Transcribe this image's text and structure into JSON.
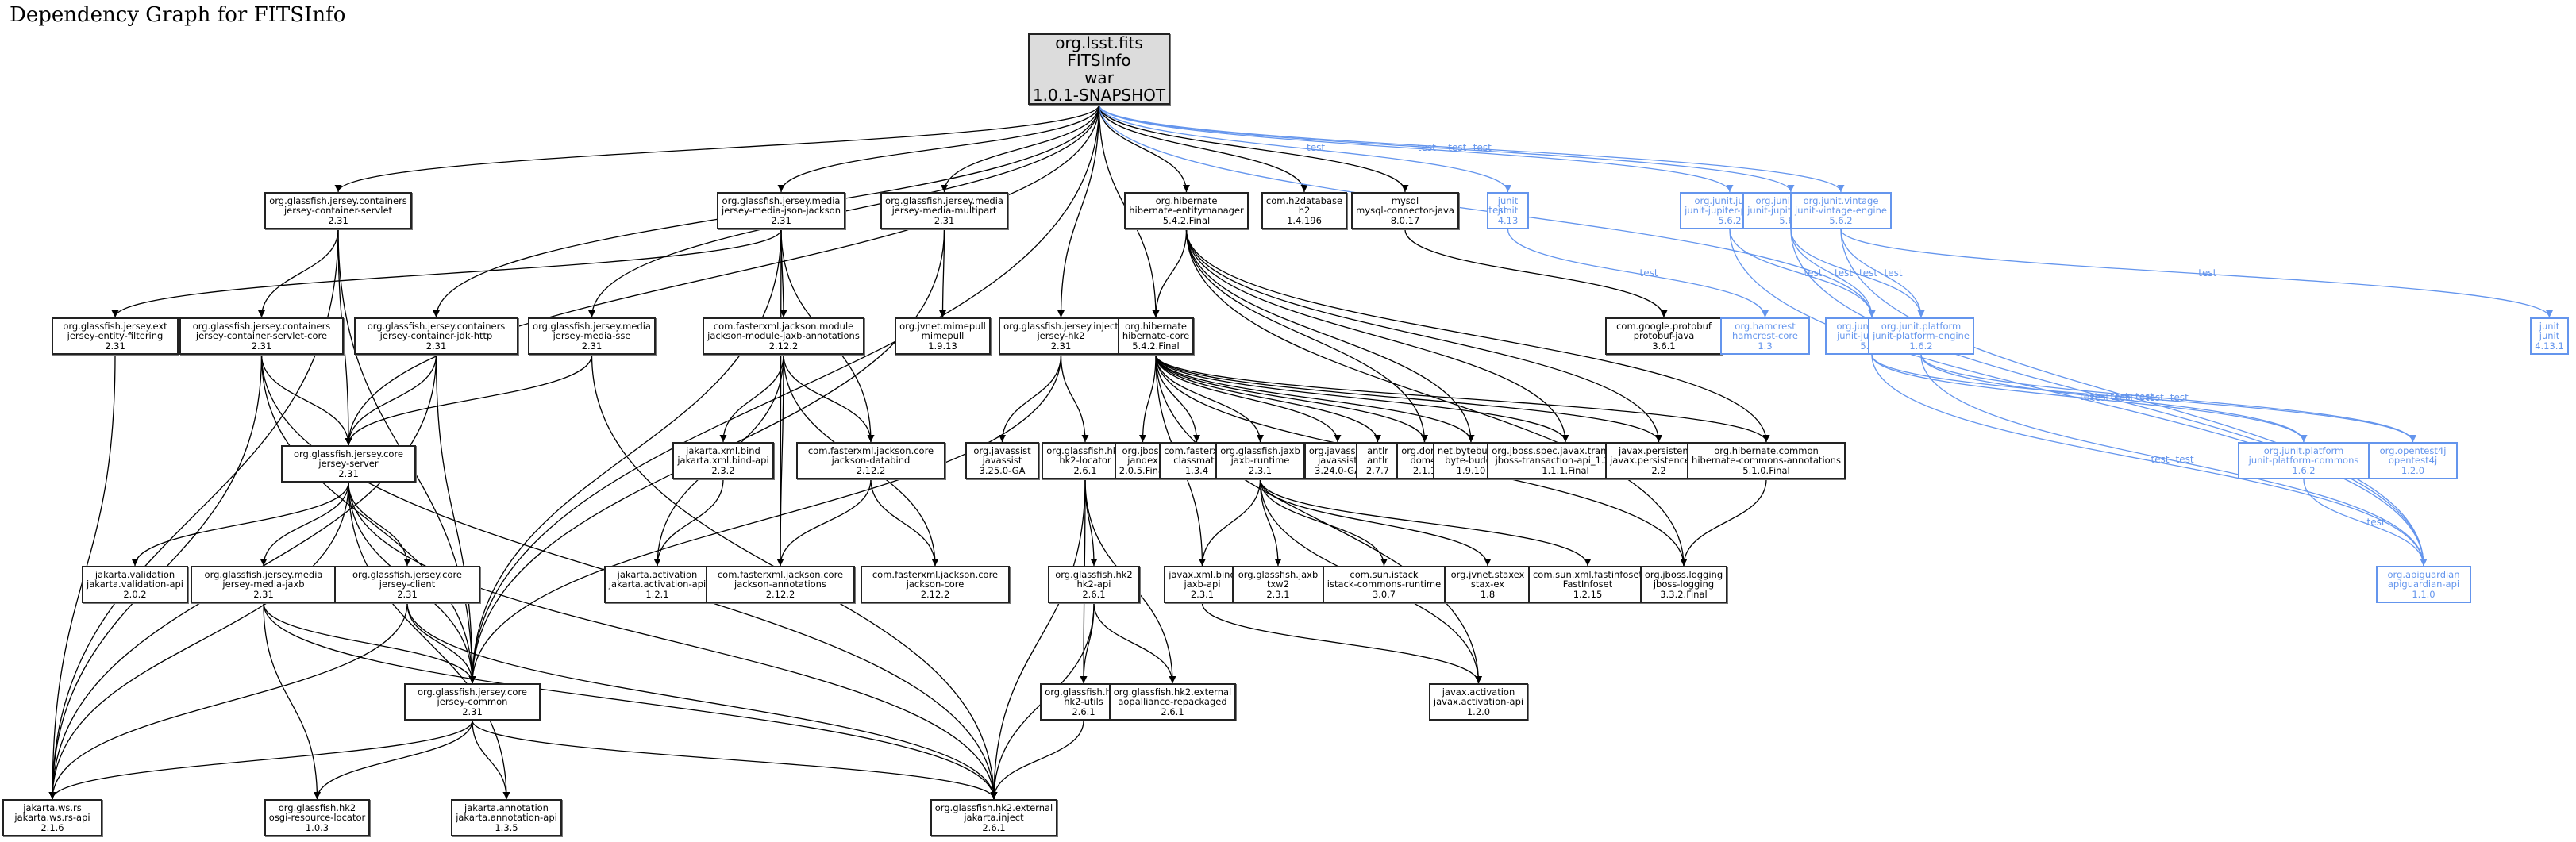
{
  "title": "Dependency Graph for FITSInfo",
  "colors": {
    "compile": "#000000",
    "test": "#6495ed",
    "root_fill": "#dcdcdc"
  },
  "nodes": [
    {
      "id": "root",
      "lines": [
        "org.lsst.fits",
        "FITSInfo",
        "war",
        "1.0.1-SNAPSHOT"
      ],
      "scope": "root"
    },
    {
      "id": "jcs",
      "lines": [
        "org.glassfish.jersey.containers",
        "jersey-container-servlet",
        "2.31"
      ],
      "scope": "compile"
    },
    {
      "id": "jmjj",
      "lines": [
        "org.glassfish.jersey.media",
        "jersey-media-json-jackson",
        "2.31"
      ],
      "scope": "compile"
    },
    {
      "id": "jmm",
      "lines": [
        "org.glassfish.jersey.media",
        "jersey-media-multipart",
        "2.31"
      ],
      "scope": "compile"
    },
    {
      "id": "hem",
      "lines": [
        "org.hibernate",
        "hibernate-entitymanager",
        "5.4.2.Final"
      ],
      "scope": "compile"
    },
    {
      "id": "h2",
      "lines": [
        "com.h2database",
        "h2",
        "1.4.196"
      ],
      "scope": "compile"
    },
    {
      "id": "mysql",
      "lines": [
        "mysql",
        "mysql-connector-java",
        "8.0.17"
      ],
      "scope": "compile"
    },
    {
      "id": "junit413",
      "lines": [
        "junit",
        "junit",
        "4.13"
      ],
      "scope": "test"
    },
    {
      "id": "jparams",
      "lines": [
        "org.junit.jupiter",
        "junit-jupiter-params",
        "5.6.2"
      ],
      "scope": "test"
    },
    {
      "id": "jengine",
      "lines": [
        "org.junit.jupiter",
        "junit-jupiter-engine",
        "5.6.2"
      ],
      "scope": "test"
    },
    {
      "id": "vengine",
      "lines": [
        "org.junit.vintage",
        "junit-vintage-engine",
        "5.6.2"
      ],
      "scope": "test"
    },
    {
      "id": "jef",
      "lines": [
        "org.glassfish.jersey.ext",
        "jersey-entity-filtering",
        "2.31"
      ],
      "scope": "compile"
    },
    {
      "id": "jcsc",
      "lines": [
        "org.glassfish.jersey.containers",
        "jersey-container-servlet-core",
        "2.31"
      ],
      "scope": "compile"
    },
    {
      "id": "jcjh",
      "lines": [
        "org.glassfish.jersey.containers",
        "jersey-container-jdk-http",
        "2.31"
      ],
      "scope": "compile"
    },
    {
      "id": "jmsse",
      "lines": [
        "org.glassfish.jersey.media",
        "jersey-media-sse",
        "2.31"
      ],
      "scope": "compile"
    },
    {
      "id": "jmja",
      "lines": [
        "com.fasterxml.jackson.module",
        "jackson-module-jaxb-annotations",
        "2.12.2"
      ],
      "scope": "compile"
    },
    {
      "id": "mimepull",
      "lines": [
        "org.jvnet.mimepull",
        "mimepull",
        "1.9.13"
      ],
      "scope": "compile"
    },
    {
      "id": "jhk2",
      "lines": [
        "org.glassfish.jersey.inject",
        "jersey-hk2",
        "2.31"
      ],
      "scope": "compile"
    },
    {
      "id": "hcore",
      "lines": [
        "org.hibernate",
        "hibernate-core",
        "5.4.2.Final"
      ],
      "scope": "compile"
    },
    {
      "id": "protobuf",
      "lines": [
        "com.google.protobuf",
        "protobuf-java",
        "3.6.1"
      ],
      "scope": "compile"
    },
    {
      "id": "hamcrest",
      "lines": [
        "org.hamcrest",
        "hamcrest-core",
        "1.3"
      ],
      "scope": "test"
    },
    {
      "id": "japi",
      "lines": [
        "org.junit.jupiter",
        "junit-jupiter-api",
        "5.6.2"
      ],
      "scope": "test"
    },
    {
      "id": "pengine",
      "lines": [
        "org.junit.platform",
        "junit-platform-engine",
        "1.6.2"
      ],
      "scope": "test"
    },
    {
      "id": "junit4131",
      "lines": [
        "junit",
        "junit",
        "4.13.1"
      ],
      "scope": "test"
    },
    {
      "id": "jserver",
      "lines": [
        "org.glassfish.jersey.core",
        "jersey-server",
        "2.31"
      ],
      "scope": "compile"
    },
    {
      "id": "xmlbind",
      "lines": [
        "jakarta.xml.bind",
        "jakarta.xml.bind-api",
        "2.3.2"
      ],
      "scope": "compile"
    },
    {
      "id": "databind",
      "lines": [
        "com.fasterxml.jackson.core",
        "jackson-databind",
        "2.12.2"
      ],
      "scope": "compile"
    },
    {
      "id": "javassist325",
      "lines": [
        "org.javassist",
        "javassist",
        "3.25.0-GA"
      ],
      "scope": "compile"
    },
    {
      "id": "hk2loc",
      "lines": [
        "org.glassfish.hk2",
        "hk2-locator",
        "2.6.1"
      ],
      "scope": "compile"
    },
    {
      "id": "jandex",
      "lines": [
        "org.jboss",
        "jandex",
        "2.0.5.Final"
      ],
      "scope": "compile"
    },
    {
      "id": "classmate",
      "lines": [
        "com.fasterxml",
        "classmate",
        "1.3.4"
      ],
      "scope": "compile"
    },
    {
      "id": "jaxbrt",
      "lines": [
        "org.glassfish.jaxb",
        "jaxb-runtime",
        "2.3.1"
      ],
      "scope": "compile"
    },
    {
      "id": "javassist324",
      "lines": [
        "org.javassist",
        "javassist",
        "3.24.0-GA"
      ],
      "scope": "compile"
    },
    {
      "id": "antlr",
      "lines": [
        "antlr",
        "antlr",
        "2.7.7"
      ],
      "scope": "compile"
    },
    {
      "id": "dom4j",
      "lines": [
        "org.dom4j",
        "dom4j",
        "2.1.1"
      ],
      "scope": "compile"
    },
    {
      "id": "bytebuddy",
      "lines": [
        "net.bytebuddy",
        "byte-buddy",
        "1.9.10"
      ],
      "scope": "compile"
    },
    {
      "id": "jta",
      "lines": [
        "org.jboss.spec.javax.transaction",
        "jboss-transaction-api_1.2_spec",
        "1.1.1.Final"
      ],
      "scope": "compile"
    },
    {
      "id": "jpa",
      "lines": [
        "javax.persistence",
        "javax.persistence-api",
        "2.2"
      ],
      "scope": "compile"
    },
    {
      "id": "hca",
      "lines": [
        "org.hibernate.common",
        "hibernate-commons-annotations",
        "5.1.0.Final"
      ],
      "scope": "compile"
    },
    {
      "id": "pcommons",
      "lines": [
        "org.junit.platform",
        "junit-platform-commons",
        "1.6.2"
      ],
      "scope": "test"
    },
    {
      "id": "opentest4j",
      "lines": [
        "org.opentest4j",
        "opentest4j",
        "1.2.0"
      ],
      "scope": "test"
    },
    {
      "id": "validation",
      "lines": [
        "jakarta.validation",
        "jakarta.validation-api",
        "2.0.2"
      ],
      "scope": "compile"
    },
    {
      "id": "jmjaxb",
      "lines": [
        "org.glassfish.jersey.media",
        "jersey-media-jaxb",
        "2.31"
      ],
      "scope": "compile"
    },
    {
      "id": "jclient",
      "lines": [
        "org.glassfish.jersey.core",
        "jersey-client",
        "2.31"
      ],
      "scope": "compile"
    },
    {
      "id": "activation",
      "lines": [
        "jakarta.activation",
        "jakarta.activation-api",
        "1.2.1"
      ],
      "scope": "compile"
    },
    {
      "id": "jannot",
      "lines": [
        "com.fasterxml.jackson.core",
        "jackson-annotations",
        "2.12.2"
      ],
      "scope": "compile"
    },
    {
      "id": "jcore",
      "lines": [
        "com.fasterxml.jackson.core",
        "jackson-core",
        "2.12.2"
      ],
      "scope": "compile"
    },
    {
      "id": "hk2api",
      "lines": [
        "org.glassfish.hk2",
        "hk2-api",
        "2.6.1"
      ],
      "scope": "compile"
    },
    {
      "id": "jaxbapi",
      "lines": [
        "javax.xml.bind",
        "jaxb-api",
        "2.3.1"
      ],
      "scope": "compile"
    },
    {
      "id": "txw2",
      "lines": [
        "org.glassfish.jaxb",
        "txw2",
        "2.3.1"
      ],
      "scope": "compile"
    },
    {
      "id": "istack",
      "lines": [
        "com.sun.istack",
        "istack-commons-runtime",
        "3.0.7"
      ],
      "scope": "compile"
    },
    {
      "id": "staxex",
      "lines": [
        "org.jvnet.staxex",
        "stax-ex",
        "1.8"
      ],
      "scope": "compile"
    },
    {
      "id": "fastinfoset",
      "lines": [
        "com.sun.xml.fastinfoset",
        "FastInfoset",
        "1.2.15"
      ],
      "scope": "compile"
    },
    {
      "id": "jbosslog",
      "lines": [
        "org.jboss.logging",
        "jboss-logging",
        "3.3.2.Final"
      ],
      "scope": "compile"
    },
    {
      "id": "apiguardian",
      "lines": [
        "org.apiguardian",
        "apiguardian-api",
        "1.1.0"
      ],
      "scope": "test"
    },
    {
      "id": "jcommon",
      "lines": [
        "org.glassfish.jersey.core",
        "jersey-common",
        "2.31"
      ],
      "scope": "compile"
    },
    {
      "id": "hk2utils",
      "lines": [
        "org.glassfish.hk2",
        "hk2-utils",
        "2.6.1"
      ],
      "scope": "compile"
    },
    {
      "id": "aopalliance",
      "lines": [
        "org.glassfish.hk2.external",
        "aopalliance-repackaged",
        "2.6.1"
      ],
      "scope": "compile"
    },
    {
      "id": "javaxact",
      "lines": [
        "javax.activation",
        "javax.activation-api",
        "1.2.0"
      ],
      "scope": "compile"
    },
    {
      "id": "wsrs",
      "lines": [
        "jakarta.ws.rs",
        "jakarta.ws.rs-api",
        "2.1.6"
      ],
      "scope": "compile"
    },
    {
      "id": "osgi",
      "lines": [
        "org.glassfish.hk2",
        "osgi-resource-locator",
        "1.0.3"
      ],
      "scope": "compile"
    },
    {
      "id": "annotapi",
      "lines": [
        "jakarta.annotation",
        "jakarta.annotation-api",
        "1.3.5"
      ],
      "scope": "compile"
    },
    {
      "id": "inject",
      "lines": [
        "org.glassfish.hk2.external",
        "jakarta.inject",
        "2.6.1"
      ],
      "scope": "compile"
    }
  ],
  "edges": [
    [
      "root",
      "jcs"
    ],
    [
      "root",
      "jmjj"
    ],
    [
      "root",
      "jmm"
    ],
    [
      "root",
      "hem"
    ],
    [
      "root",
      "h2"
    ],
    [
      "root",
      "mysql"
    ],
    [
      "root",
      "junit413",
      "test"
    ],
    [
      "root",
      "jparams",
      "test"
    ],
    [
      "root",
      "jengine",
      "test"
    ],
    [
      "root",
      "vengine",
      "test"
    ],
    [
      "root",
      "japi",
      "test"
    ],
    [
      "root",
      "jcjh"
    ],
    [
      "root",
      "jmsse"
    ],
    [
      "root",
      "jhk2"
    ],
    [
      "root",
      "hcore"
    ],
    [
      "root",
      "jserver"
    ],
    [
      "root",
      "jcommon"
    ],
    [
      "jcs",
      "jcsc"
    ],
    [
      "jcs",
      "jserver"
    ],
    [
      "jcs",
      "jcommon"
    ],
    [
      "jcs",
      "wsrs"
    ],
    [
      "jmjj",
      "jef"
    ],
    [
      "jmjj",
      "jmja"
    ],
    [
      "jmjj",
      "databind"
    ],
    [
      "jmjj",
      "jannot"
    ],
    [
      "jmjj",
      "jcommon"
    ],
    [
      "jmm",
      "mimepull"
    ],
    [
      "jmm",
      "jcommon"
    ],
    [
      "hem",
      "hcore"
    ],
    [
      "hem",
      "jbosslog"
    ],
    [
      "hem",
      "hca"
    ],
    [
      "hem",
      "jta"
    ],
    [
      "hem",
      "jpa"
    ],
    [
      "hem",
      "bytebuddy"
    ],
    [
      "hem",
      "dom4j"
    ],
    [
      "mysql",
      "protobuf"
    ],
    [
      "junit413",
      "hamcrest",
      "test"
    ],
    [
      "jparams",
      "japi",
      "test"
    ],
    [
      "jparams",
      "apiguardian",
      "test"
    ],
    [
      "jengine",
      "japi",
      "test"
    ],
    [
      "jengine",
      "pengine",
      "test"
    ],
    [
      "jengine",
      "apiguardian",
      "test"
    ],
    [
      "vengine",
      "pengine",
      "test"
    ],
    [
      "vengine",
      "junit4131",
      "test"
    ],
    [
      "vengine",
      "apiguardian",
      "test"
    ],
    [
      "jef",
      "wsrs"
    ],
    [
      "jcsc",
      "jserver"
    ],
    [
      "jcsc",
      "jcommon"
    ],
    [
      "jcsc",
      "wsrs"
    ],
    [
      "jcsc",
      "inject"
    ],
    [
      "jcjh",
      "jserver"
    ],
    [
      "jcjh",
      "jcommon"
    ],
    [
      "jcjh",
      "wsrs"
    ],
    [
      "jmsse",
      "jserver"
    ],
    [
      "jmsse",
      "inject"
    ],
    [
      "jmja",
      "xmlbind"
    ],
    [
      "jmja",
      "activation"
    ],
    [
      "jmja",
      "databind"
    ],
    [
      "jmja",
      "jannot"
    ],
    [
      "jmja",
      "jcore"
    ],
    [
      "jhk2",
      "javassist325"
    ],
    [
      "jhk2",
      "hk2loc"
    ],
    [
      "jhk2",
      "jcommon"
    ],
    [
      "hcore",
      "jandex"
    ],
    [
      "hcore",
      "classmate"
    ],
    [
      "hcore",
      "jaxbrt"
    ],
    [
      "hcore",
      "javassist324"
    ],
    [
      "hcore",
      "antlr"
    ],
    [
      "hcore",
      "dom4j"
    ],
    [
      "hcore",
      "bytebuddy"
    ],
    [
      "hcore",
      "jta"
    ],
    [
      "hcore",
      "jpa"
    ],
    [
      "hcore",
      "hca"
    ],
    [
      "hcore",
      "jbosslog"
    ],
    [
      "hcore",
      "jaxbapi"
    ],
    [
      "hcore",
      "javaxact"
    ],
    [
      "japi",
      "opentest4j",
      "test"
    ],
    [
      "japi",
      "pcommons",
      "test"
    ],
    [
      "japi",
      "apiguardian",
      "test"
    ],
    [
      "pengine",
      "opentest4j",
      "test"
    ],
    [
      "pengine",
      "pcommons",
      "test"
    ],
    [
      "pengine",
      "apiguardian",
      "test"
    ],
    [
      "pcommons",
      "apiguardian",
      "test"
    ],
    [
      "jserver",
      "validation"
    ],
    [
      "jserver",
      "jmjaxb"
    ],
    [
      "jserver",
      "jclient"
    ],
    [
      "jserver",
      "jcommon"
    ],
    [
      "jserver",
      "wsrs"
    ],
    [
      "jserver",
      "annotapi"
    ],
    [
      "jserver",
      "inject"
    ],
    [
      "xmlbind",
      "activation"
    ],
    [
      "databind",
      "jannot"
    ],
    [
      "databind",
      "jcore"
    ],
    [
      "hk2loc",
      "hk2api"
    ],
    [
      "hk2loc",
      "hk2utils"
    ],
    [
      "hk2loc",
      "aopalliance"
    ],
    [
      "hk2loc",
      "inject"
    ],
    [
      "jaxbrt",
      "jaxbapi"
    ],
    [
      "jaxbrt",
      "txw2"
    ],
    [
      "jaxbrt",
      "istack"
    ],
    [
      "jaxbrt",
      "staxex"
    ],
    [
      "jaxbrt",
      "fastinfoset"
    ],
    [
      "jaxbrt",
      "javaxact"
    ],
    [
      "hca",
      "jbosslog"
    ],
    [
      "jmjaxb",
      "jcommon"
    ],
    [
      "jmjaxb",
      "osgi"
    ],
    [
      "jmjaxb",
      "inject"
    ],
    [
      "jclient",
      "jcommon"
    ],
    [
      "jclient",
      "wsrs"
    ],
    [
      "jclient",
      "inject"
    ],
    [
      "jaxbapi",
      "javaxact"
    ],
    [
      "hk2api",
      "hk2utils"
    ],
    [
      "hk2api",
      "aopalliance"
    ],
    [
      "hk2api",
      "inject"
    ],
    [
      "hk2utils",
      "inject"
    ],
    [
      "jcommon",
      "wsrs"
    ],
    [
      "jcommon",
      "annotapi"
    ],
    [
      "jcommon",
      "osgi"
    ],
    [
      "jcommon",
      "inject"
    ]
  ],
  "edge_label_test": "test"
}
